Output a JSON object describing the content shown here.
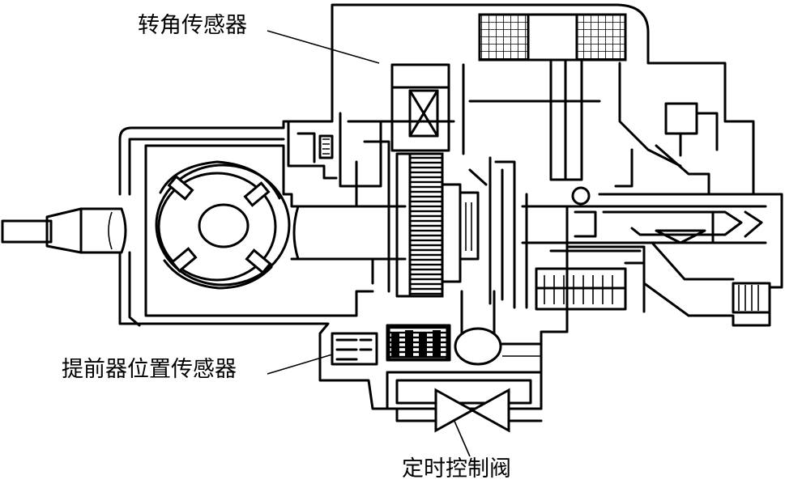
{
  "labels": {
    "rotation_angle_sensor": "转角传感器",
    "advance_position_sensor": "提前器位置传感器",
    "timing_control_valve": "定时控制阀"
  },
  "colors": {
    "line": "#000000",
    "background": "#ffffff"
  }
}
